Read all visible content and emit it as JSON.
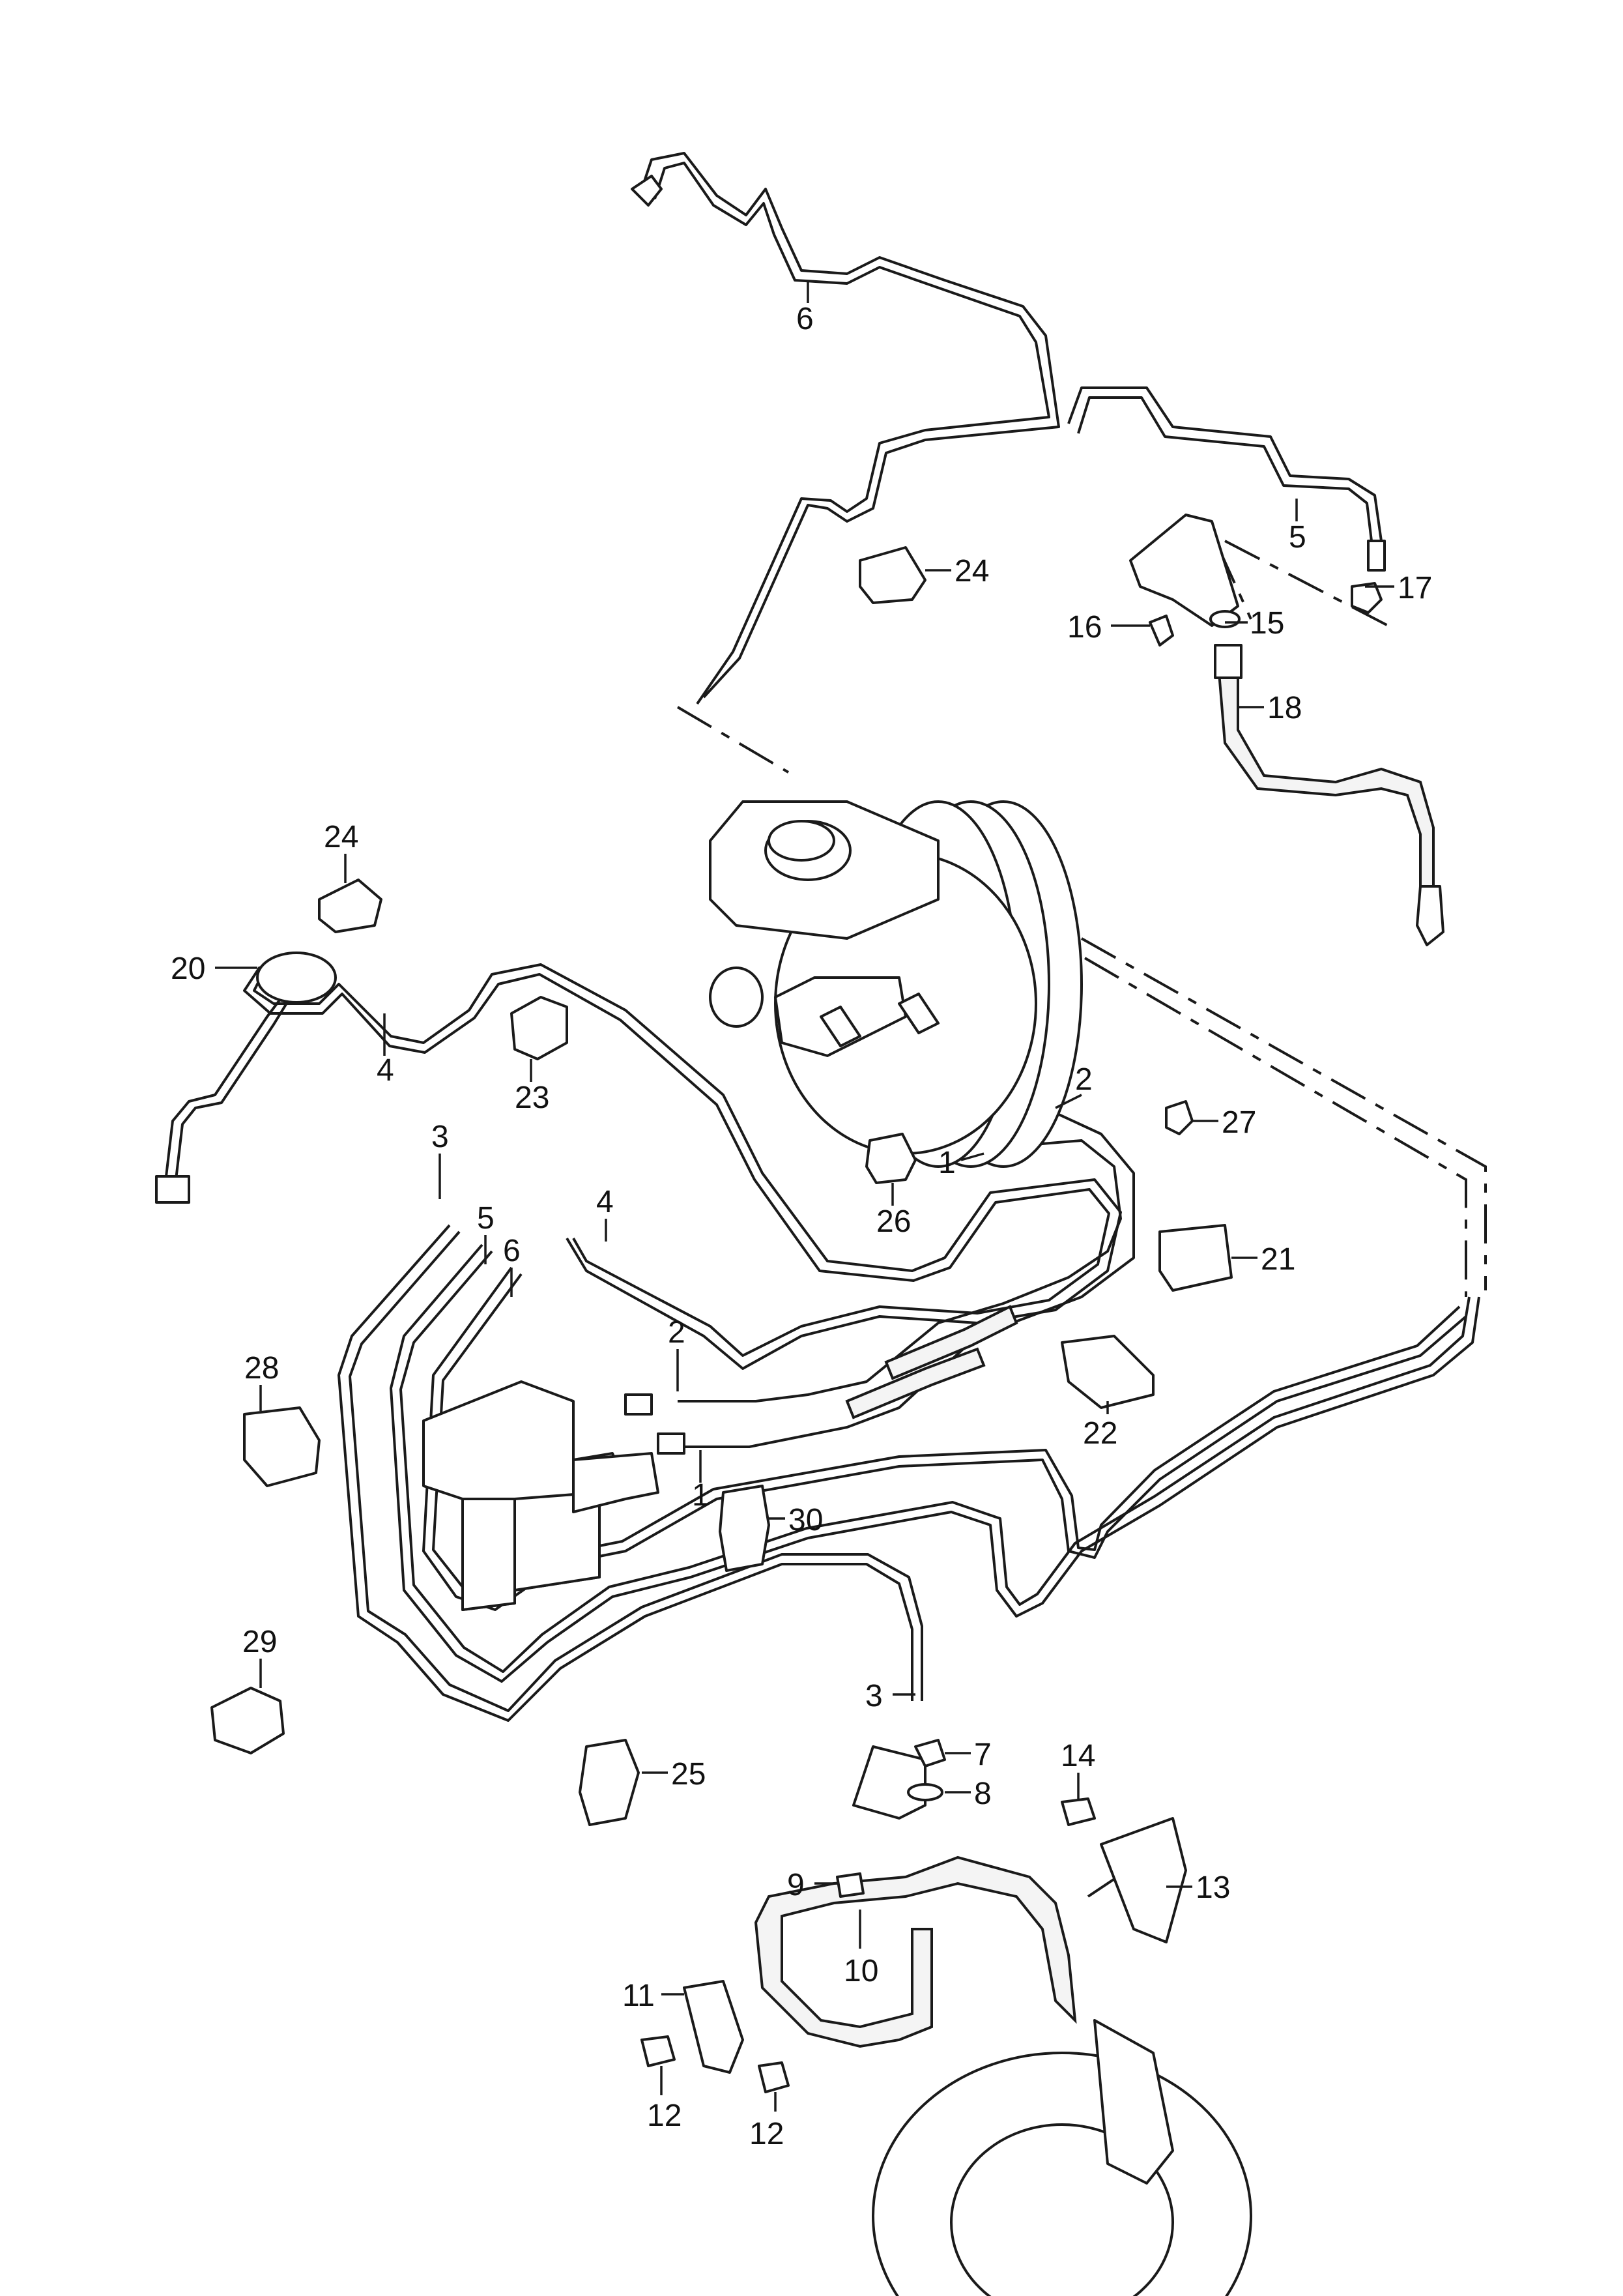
{
  "labels": {
    "l6a": "6",
    "l5a": "5",
    "l17": "17",
    "l24a": "24",
    "l15": "15",
    "l16": "16",
    "l18": "18",
    "l24b": "24",
    "l20": "20",
    "l4a": "4",
    "l23": "23",
    "l2a": "2",
    "l27": "27",
    "l1a": "1",
    "l26": "26",
    "l21": "21",
    "l3a": "3",
    "l5b": "5",
    "l6b": "6",
    "l4b": "4",
    "l28": "28",
    "l2b": "2",
    "l22": "22",
    "l1b": "1",
    "l30": "30",
    "l29": "29",
    "l3b": "3",
    "l7": "7",
    "l14": "14",
    "l8": "8",
    "l25": "25",
    "l9": "9",
    "l13": "13",
    "l10": "10",
    "l11": "11",
    "l12a": "12",
    "l12b": "12"
  }
}
